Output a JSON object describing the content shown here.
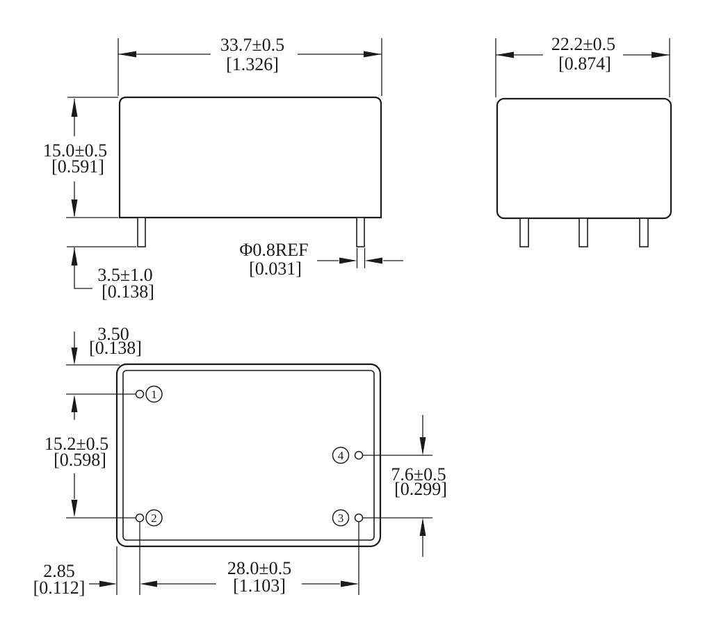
{
  "drawing": {
    "front_view": {
      "width_mm": "33.7±0.5",
      "width_in": "[1.326]",
      "height_mm": "15.0±0.5",
      "height_in": "[0.591]",
      "pin_length_mm": "3.5±1.0",
      "pin_length_in": "[0.138]",
      "pin_diameter_mm": "Φ0.8REF",
      "pin_diameter_in": "[0.031]"
    },
    "side_view": {
      "width_mm": "22.2±0.5",
      "width_in": "[0.874]"
    },
    "bottom_view": {
      "pin_labels": [
        "1",
        "2",
        "3",
        "4"
      ],
      "pin1_top_offset_mm": "3.50",
      "pin1_top_offset_in": "[0.138]",
      "left_row_pitch_mm": "15.2±0.5",
      "left_row_pitch_in": "[0.598]",
      "right_row_pitch_mm": "7.6±0.5",
      "right_row_pitch_in": "[0.299]",
      "column_pitch_mm": "28.0±0.5",
      "column_pitch_in": "[1.103]",
      "left_edge_offset_mm": "2.85",
      "left_edge_offset_in": "[0.112]"
    },
    "line_color": "#1b1b1b",
    "background": "#ffffff"
  }
}
